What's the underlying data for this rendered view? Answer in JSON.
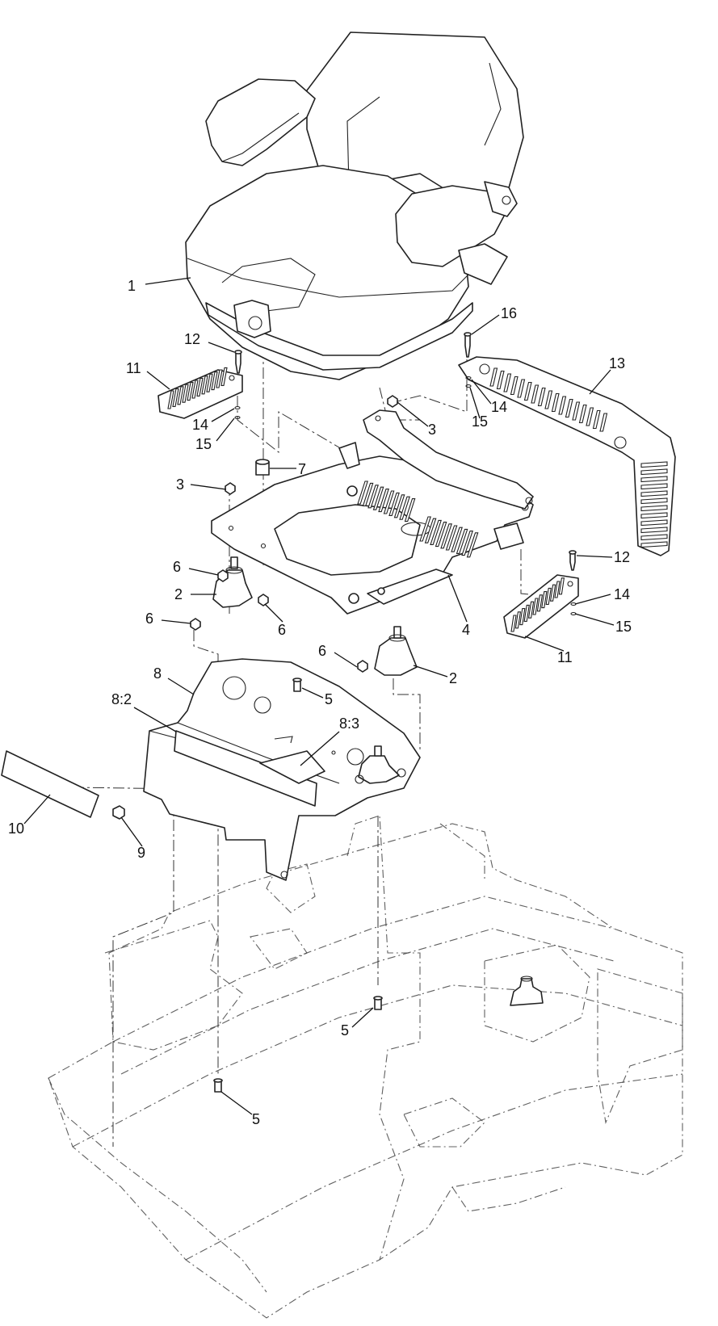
{
  "diagram": {
    "callouts": [
      {
        "id": "c1",
        "text": "1"
      },
      {
        "id": "c12a",
        "text": "12"
      },
      {
        "id": "c11a",
        "text": "11"
      },
      {
        "id": "c14a",
        "text": "14"
      },
      {
        "id": "c15a",
        "text": "15"
      },
      {
        "id": "c16",
        "text": "16"
      },
      {
        "id": "c13",
        "text": "13"
      },
      {
        "id": "c14b",
        "text": "14"
      },
      {
        "id": "c15b",
        "text": "15"
      },
      {
        "id": "c3a",
        "text": "3"
      },
      {
        "id": "c7",
        "text": "7"
      },
      {
        "id": "c3b",
        "text": "3"
      },
      {
        "id": "c6a",
        "text": "6"
      },
      {
        "id": "c2a",
        "text": "2"
      },
      {
        "id": "c6b",
        "text": "6"
      },
      {
        "id": "c6c",
        "text": "6"
      },
      {
        "id": "c4",
        "text": "4"
      },
      {
        "id": "c12b",
        "text": "12"
      },
      {
        "id": "c14c",
        "text": "14"
      },
      {
        "id": "c15c",
        "text": "15"
      },
      {
        "id": "c11b",
        "text": "11"
      },
      {
        "id": "c6d",
        "text": "6"
      },
      {
        "id": "c2b",
        "text": "2"
      },
      {
        "id": "c8",
        "text": "8"
      },
      {
        "id": "c5a",
        "text": "5"
      },
      {
        "id": "c82",
        "text": "8:2"
      },
      {
        "id": "c83",
        "text": "8:3"
      },
      {
        "id": "c10",
        "text": "10"
      },
      {
        "id": "c9",
        "text": "9"
      },
      {
        "id": "c5b",
        "text": "5"
      },
      {
        "id": "c5c",
        "text": "5"
      }
    ]
  }
}
